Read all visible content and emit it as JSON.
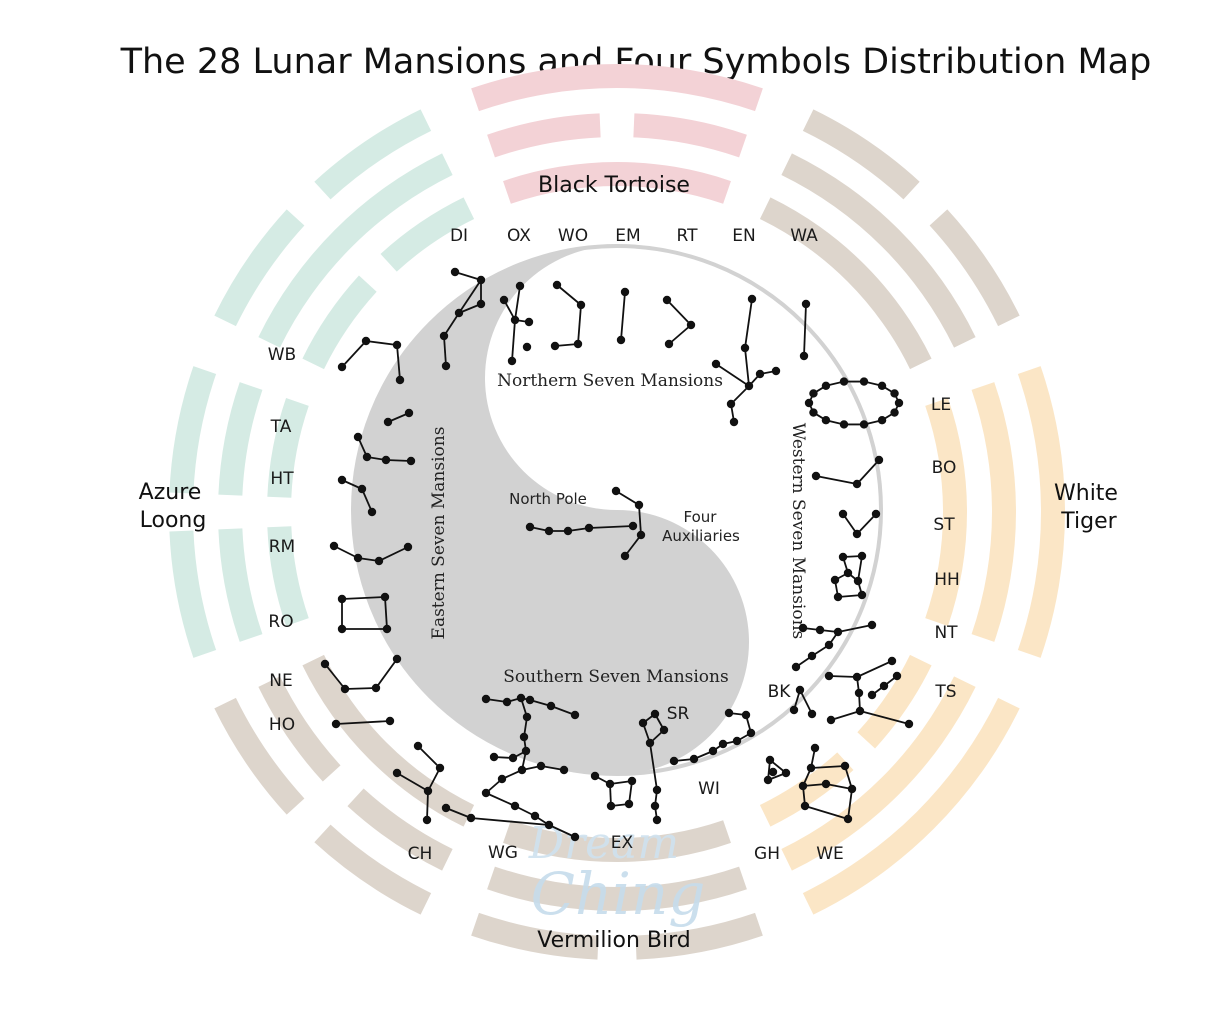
{
  "title": "The 28 Lunar Mansions and Four Symbols Distribution Map",
  "colors": {
    "north": "#f3d2d6",
    "west": "#fbe6c6",
    "east": "#d5ebe4",
    "outer": "#ddd5cc",
    "yinyang": "#d2d2d2"
  },
  "symbols": {
    "north": "Black Tortoise",
    "east_line1": "Azure",
    "east_line2": "Loong",
    "west_line1": "White",
    "west_line2": "Tiger",
    "south": "Vermilion Bird"
  },
  "groups": {
    "north": "Northern Seven Mansions",
    "east": "Eastern Seven Mansions",
    "west": "Western Seven Mansions",
    "south": "Southern Seven Mansions"
  },
  "center": {
    "pole": "North Pole",
    "aux_line1": "Four",
    "aux_line2": "Auxiliaries"
  },
  "watermark": {
    "line1": "Dream",
    "line2": "Ching"
  },
  "mansions": {
    "north": [
      "DI",
      "OX",
      "WO",
      "EM",
      "RT",
      "EN",
      "WA"
    ],
    "east": [
      "WB",
      "TA",
      "HT",
      "RM",
      "RO",
      "NE",
      "HO"
    ],
    "west": [
      "LE",
      "BO",
      "ST",
      "HH",
      "NT",
      "TS"
    ],
    "south": [
      "CH",
      "WG",
      "EX",
      "SR",
      "WI",
      "BK",
      "GH",
      "WE"
    ]
  }
}
